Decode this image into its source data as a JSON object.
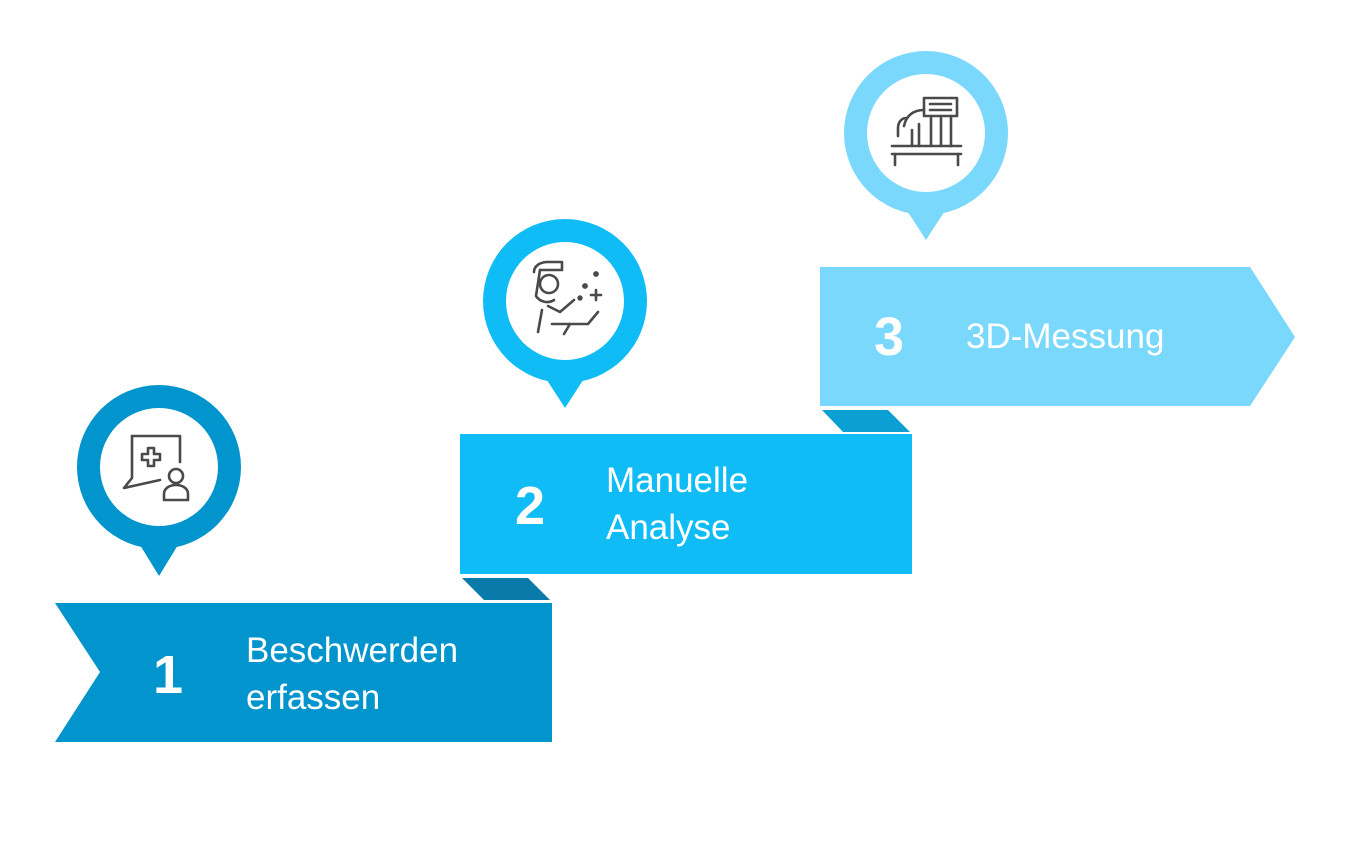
{
  "colors": {
    "step1": "#0294cc",
    "step2": "#10bcf5",
    "step3": "#7ad8fd",
    "fold1": "#0a7aaa",
    "fold2": "#0c9fd4",
    "icon": "#4a4a4a",
    "text": "#ffffff"
  },
  "steps": [
    {
      "number": "1",
      "line1": "Beschwerden",
      "line2": "erfassen",
      "icon": "medical-chat-user-icon"
    },
    {
      "number": "2",
      "line1": "Manuelle",
      "line2": "Analyse",
      "icon": "doctor-face-shield-icon"
    },
    {
      "number": "3",
      "line1": "3D-Messung",
      "line2": "",
      "icon": "3d-scanner-icon"
    }
  ]
}
